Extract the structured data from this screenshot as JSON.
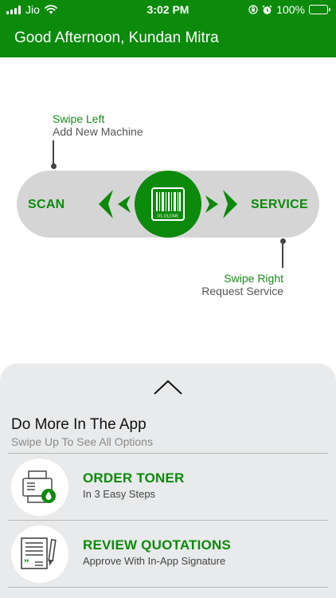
{
  "status_bar": {
    "carrier": "Jio",
    "time": "3:02 PM",
    "battery_percent": "100%",
    "icons": [
      "signal-bars-icon",
      "wifi-icon",
      "orientation-lock-icon",
      "alarm-icon",
      "battery-icon"
    ]
  },
  "header": {
    "greeting": "Good Afternoon, Kundan Mitra",
    "color": "#0b8a0b"
  },
  "swipe": {
    "left_hint_title": "Swipe Left",
    "left_hint_desc": "Add New Machine",
    "right_hint_title": "Swipe Right",
    "right_hint_desc": "Request Service",
    "left_action": "SCAN",
    "right_action": "SERVICE",
    "barcode_text": "01-012345",
    "knob_icon": "barcode-icon"
  },
  "sheet": {
    "title": "Do More In The App",
    "subtitle": "Swipe Up To See All Options",
    "handle_icon": "chevron-up-icon",
    "items": [
      {
        "title": "ORDER TONER",
        "subtitle": "In 3 Easy Steps",
        "icon": "printer-toner-icon"
      },
      {
        "title": "REVIEW QUOTATIONS",
        "subtitle": "Approve With In-App Signature",
        "icon": "quotation-document-icon"
      }
    ]
  },
  "colors": {
    "accent": "#0b8a0b",
    "pill": "#d5d5d5",
    "sheet": "#e9eaeb"
  }
}
